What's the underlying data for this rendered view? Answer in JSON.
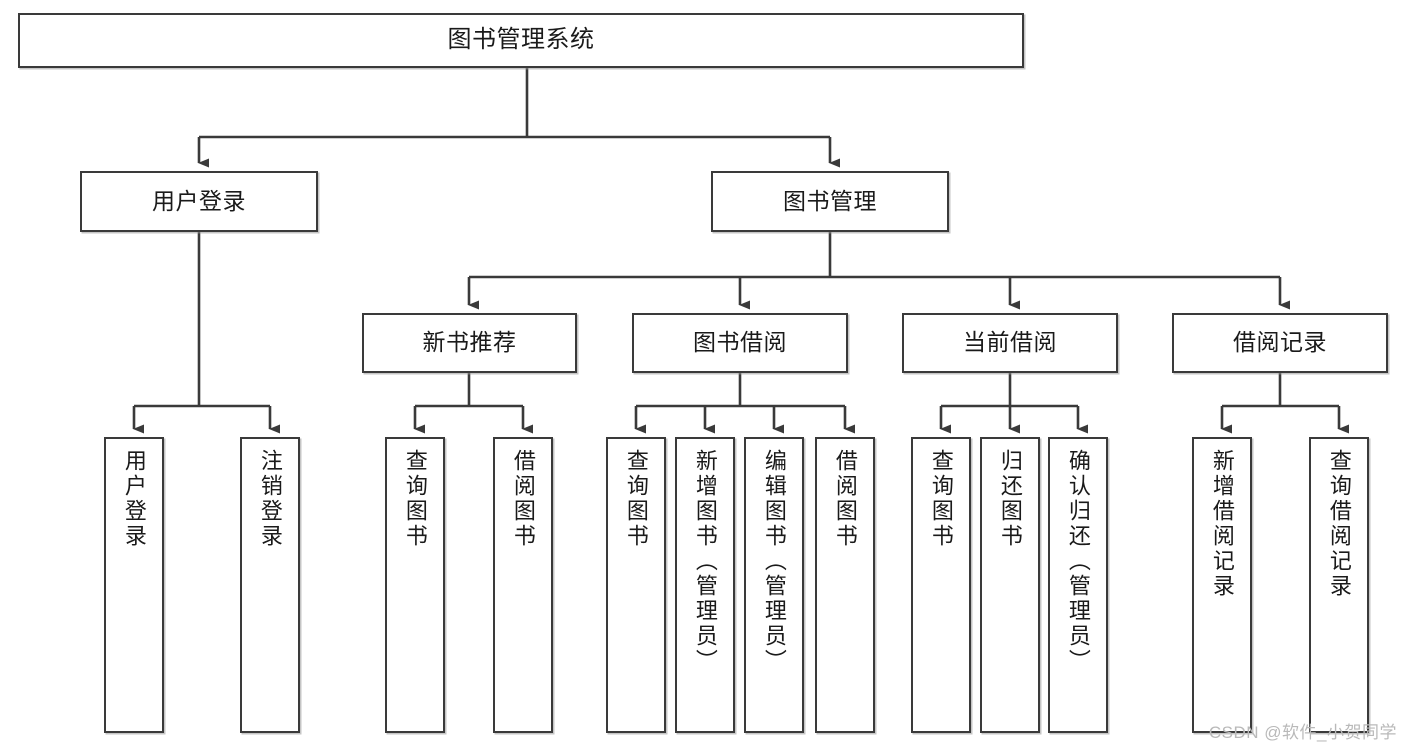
{
  "diagram": {
    "title": "图书管理系统",
    "type": "tree-hierarchy-chart",
    "colors": {
      "box_border": "#3a3a3a",
      "box_fill": "#ffffff",
      "edge": "#3a3a3a",
      "text": "#1a1a1a",
      "watermark": "#b9b9b9",
      "background": "#ffffff"
    },
    "watermark": "CSDN @软件_小贺同学"
  },
  "nodes": {
    "root": {
      "label": "图书管理系统"
    },
    "level2": [
      {
        "id": "user-login",
        "label": "用户登录"
      },
      {
        "id": "book-manage",
        "label": "图书管理"
      }
    ],
    "level3": [
      {
        "id": "new-book-recommend",
        "label": "新书推荐"
      },
      {
        "id": "book-borrow",
        "label": "图书借阅"
      },
      {
        "id": "current-borrow",
        "label": "当前借阅"
      },
      {
        "id": "borrow-record",
        "label": "借阅记录"
      }
    ],
    "leaves": {
      "user_login": [
        {
          "id": "leaf-user-login",
          "label": "用户登录"
        },
        {
          "id": "leaf-logout-login",
          "label": "注销登录"
        }
      ],
      "new_book_recommend": [
        {
          "id": "leaf-query-book-1",
          "label": "查询图书"
        },
        {
          "id": "leaf-borrow-book-1",
          "label": "借阅图书"
        }
      ],
      "book_borrow": [
        {
          "id": "leaf-query-book-2",
          "label": "查询图书"
        },
        {
          "id": "leaf-add-book",
          "label": "新增图书（管理员）"
        },
        {
          "id": "leaf-edit-book",
          "label": "编辑图书（管理员）"
        },
        {
          "id": "leaf-borrow-book-2",
          "label": "借阅图书"
        }
      ],
      "current_borrow": [
        {
          "id": "leaf-query-book-3",
          "label": "查询图书"
        },
        {
          "id": "leaf-return-book",
          "label": "归还图书"
        },
        {
          "id": "leaf-confirm-return",
          "label": "确认归还（管理员）"
        }
      ],
      "borrow_record": [
        {
          "id": "leaf-add-record",
          "label": "新增借阅记录"
        },
        {
          "id": "leaf-query-record",
          "label": "查询借阅记录"
        }
      ]
    }
  }
}
